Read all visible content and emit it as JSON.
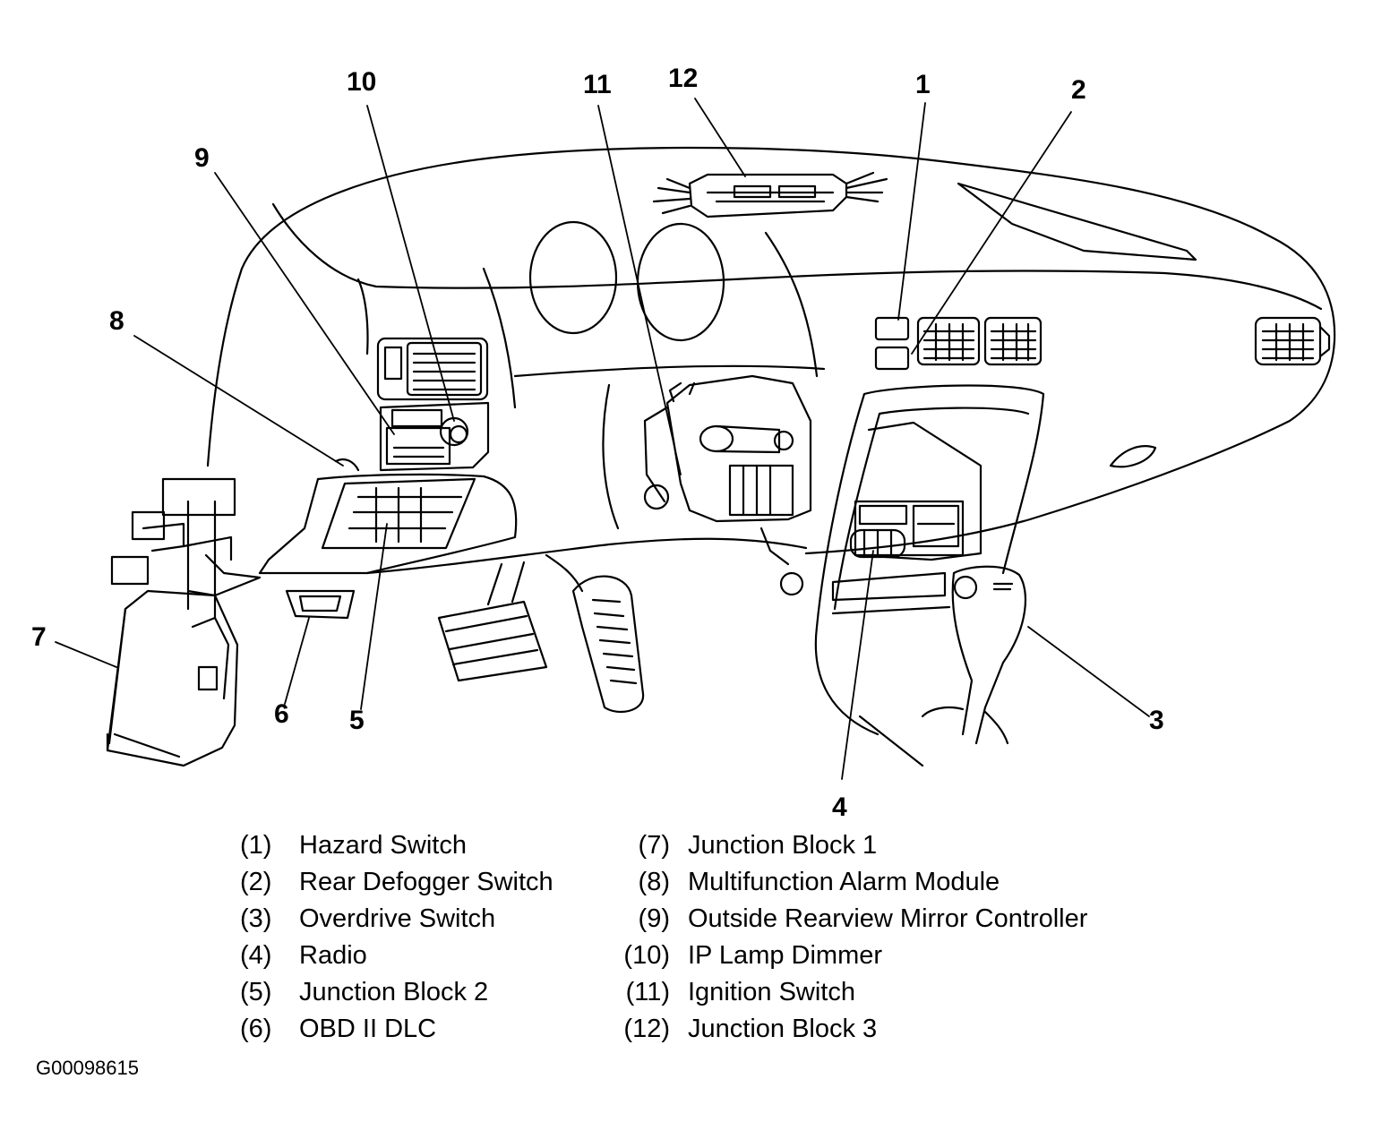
{
  "diagram": {
    "callouts": [
      "1",
      "2",
      "3",
      "4",
      "5",
      "6",
      "7",
      "8",
      "9",
      "10",
      "11",
      "12"
    ],
    "legend": [
      {
        "num": "(1)",
        "name": "Hazard Switch"
      },
      {
        "num": "(2)",
        "name": "Rear Defogger Switch"
      },
      {
        "num": "(3)",
        "name": "Overdrive Switch"
      },
      {
        "num": "(4)",
        "name": "Radio"
      },
      {
        "num": "(5)",
        "name": "Junction Block 2"
      },
      {
        "num": "(6)",
        "name": "OBD II DLC"
      },
      {
        "num": "(7)",
        "name": "Junction Block 1"
      },
      {
        "num": "(8)",
        "name": "Multifunction Alarm Module"
      },
      {
        "num": "(9)",
        "name": "Outside Rearview Mirror Controller"
      },
      {
        "num": "(10)",
        "name": "IP Lamp Dimmer"
      },
      {
        "num": "(11)",
        "name": "Ignition Switch"
      },
      {
        "num": "(12)",
        "name": "Junction Block 3"
      }
    ],
    "figure_id": "G00098615",
    "line_color": "#000000",
    "background_color": "#ffffff"
  }
}
